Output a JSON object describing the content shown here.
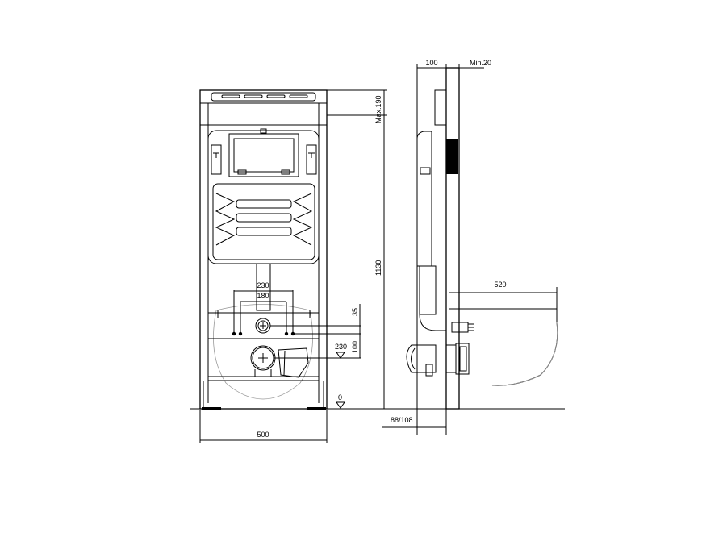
{
  "drawing": {
    "front_view": {
      "dim_inlet_spacing_outer": "230",
      "dim_inlet_spacing_inner": "180",
      "dim_inlet_offset": "35",
      "dim_drain_offset": "100",
      "level_drain": "230",
      "level_floor": "0",
      "dim_width": "500",
      "dim_height": "1130",
      "dim_max_top": "Max.190"
    },
    "side_view": {
      "dim_depth": "100",
      "dim_min_wall": "Min.20",
      "dim_bowl_projection": "520",
      "dim_frame_depth": "88/108"
    }
  }
}
